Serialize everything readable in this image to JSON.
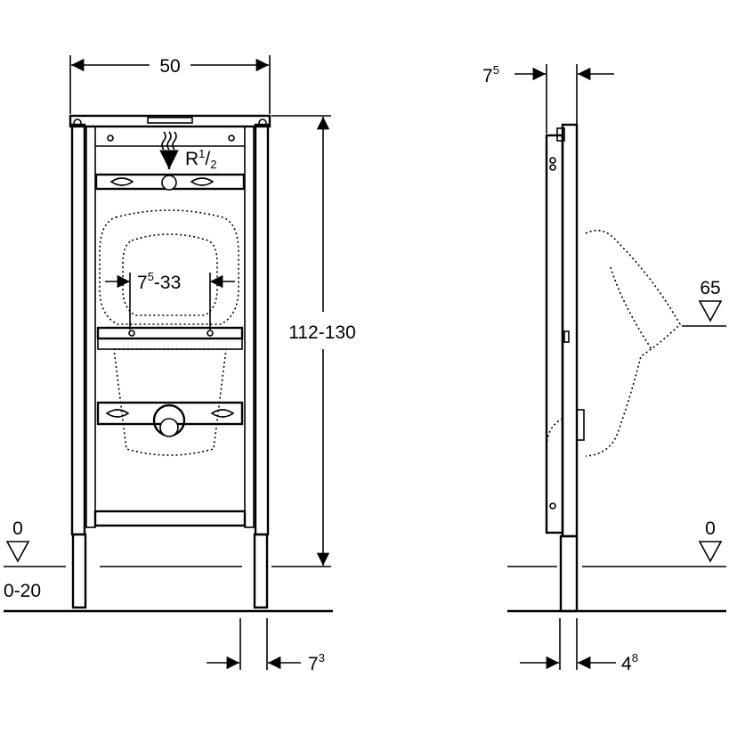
{
  "front_view": {
    "width": "50",
    "height_range": "112-130",
    "connection_base": "R",
    "connection_sup": "1",
    "connection_sub": "2",
    "inner_range_base": "7",
    "inner_range_sup": "5",
    "inner_range_rest": "-33",
    "floor_level": "0",
    "floor_range": "0-20",
    "foot_base": "7",
    "foot_sup": "3"
  },
  "side_view": {
    "depth_base": "7",
    "depth_sup": "5",
    "height_marker": "65",
    "floor_level": "0",
    "foot_base": "4",
    "foot_sup": "8"
  }
}
